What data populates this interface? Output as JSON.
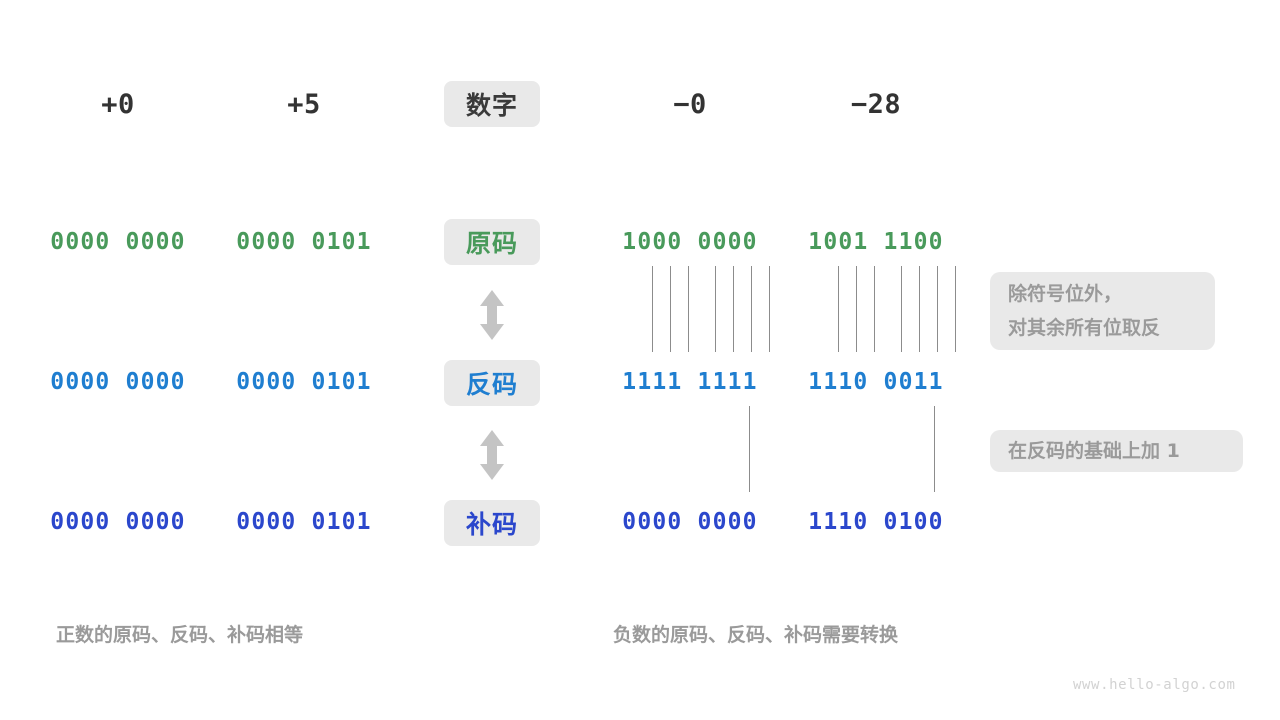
{
  "headers": {
    "col_pos_zero": "+0",
    "col_pos_five": "+5",
    "center_chip": "数字",
    "col_neg_zero": "−0",
    "col_neg_28": "−28"
  },
  "rows": [
    {
      "label": "原码",
      "color": "#499a5b",
      "values": {
        "pos_zero": "0000 0000",
        "pos_five": "0000 0101",
        "neg_zero": "1000 0000",
        "neg_28": "1001 1100"
      }
    },
    {
      "label": "反码",
      "color": "#1f7ed0",
      "values": {
        "pos_zero": "0000 0000",
        "pos_five": "0000 0101",
        "neg_zero": "1111 1111",
        "neg_28": "1110 0011"
      }
    },
    {
      "label": "补码",
      "color": "#2b47cc",
      "values": {
        "pos_zero": "0000 0000",
        "pos_five": "0000 0101",
        "neg_zero": "0000 0000",
        "neg_28": "1110 0100"
      }
    }
  ],
  "notes": {
    "invert": {
      "line1": "除符号位外，",
      "line2": "对其余所有位取反"
    },
    "plus_one": {
      "line1": "在反码的基础上加 1"
    }
  },
  "captions": {
    "positive": "正数的原码、反码、补码相等",
    "negative": "负数的原码、反码、补码需要转换"
  },
  "watermark": "www.hello-algo.com",
  "arrows": {
    "first": "double-arrow-vertical",
    "second": "double-arrow-vertical"
  },
  "palette": {
    "chip_bg": "#e9e9e9",
    "text_dark": "#333333",
    "muted": "#9a9a9a",
    "connector": "#8c8c8c",
    "arrow": "#c4c4c4",
    "green": "#499a5b",
    "blue": "#1f7ed0",
    "indigo": "#2b47cc"
  }
}
